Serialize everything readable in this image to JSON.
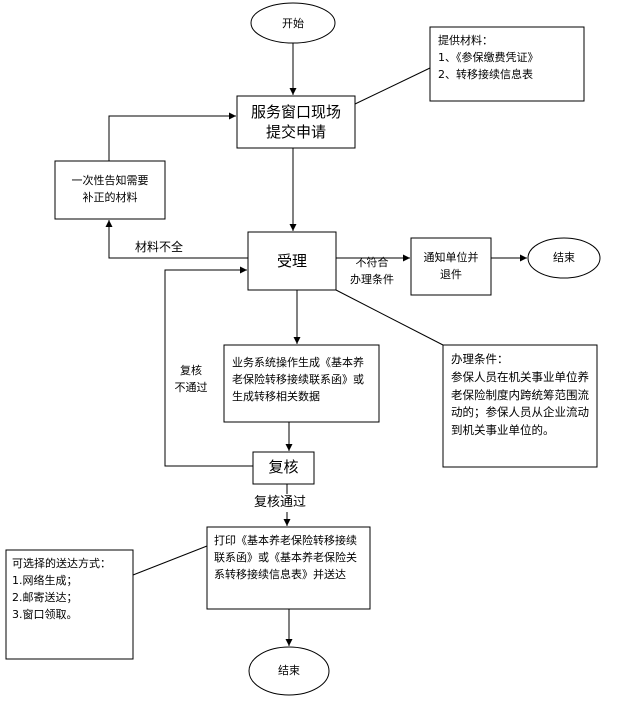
{
  "nodes": {
    "start": "开始",
    "materials_title": "提供材料：",
    "materials_1": "1、《参保缴费凭证》",
    "materials_2": "2、转移接续信息表",
    "submit": "服务窗口现场\n提交申请",
    "notify_supplement": "一次性告知需要\n补正的材料",
    "accept": "受理",
    "notify_refund": "通知单位并\n退件",
    "end_right": "结束",
    "operate": "业务系统操作生成《基本养老保险转移接续联系函》或生成转移相关数据",
    "conditions": "办理条件：\n参保人员在机关事业单位养老保险制度内跨统筹范围流动的；参保人员从企业流动到机关事业单位的。",
    "review": "复核",
    "print": "打印《基本养老保险转移接续联系函》或《基本养老保险关系转移接续信息表》并送达",
    "delivery": "可选择的送达方式：\n1.网络生成；\n2.邮寄送达；\n3.窗口领取。",
    "end_bottom": "结束"
  },
  "edges": {
    "incomplete": "材料不全",
    "not_qualified": "不符合\n办理条件",
    "review_fail": "复核\n不通过",
    "review_pass": "复核通过"
  }
}
